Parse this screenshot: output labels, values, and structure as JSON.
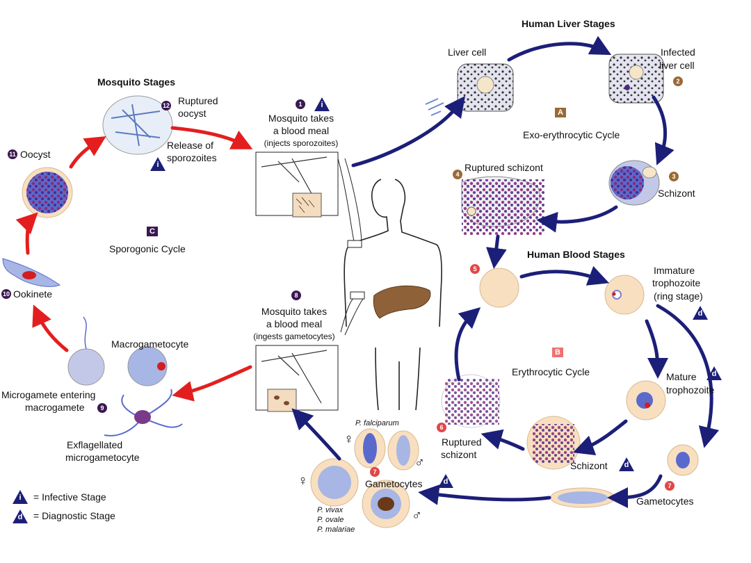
{
  "titles": {
    "liver": "Human Liver Stages",
    "mosquito": "Mosquito Stages",
    "blood": "Human Blood Stages"
  },
  "cycles": {
    "exo": {
      "letter": "A",
      "label": "Exo-erythrocytic Cycle"
    },
    "ery": {
      "letter": "B",
      "label": "Erythrocytic Cycle"
    },
    "spo": {
      "letter": "C",
      "label": "Sporogonic Cycle"
    }
  },
  "stages": {
    "s1": {
      "num": "1",
      "line1": "Mosquito takes",
      "line2": "a blood meal",
      "line3": "(injects sporozoites)"
    },
    "s2": {
      "num": "2",
      "line1": "Infected",
      "line2": "liver cell"
    },
    "liver_cell": "Liver cell",
    "s3": {
      "num": "3",
      "label": "Schizont"
    },
    "s4": {
      "num": "4",
      "label": "Ruptured schizont"
    },
    "s5": {
      "num": "5"
    },
    "immature": {
      "line1": "Immature",
      "line2": "trophozoite",
      "line3": "(ring stage)"
    },
    "mature": {
      "line1": "Mature",
      "line2": "trophozoite"
    },
    "schizont": "Schizont",
    "s6": {
      "num": "6",
      "line1": "Ruptured",
      "line2": "schizont"
    },
    "s7a": {
      "num": "7",
      "label": "Gametocytes"
    },
    "s7b": {
      "num": "7",
      "label": "Gametocytes"
    },
    "pf": "P. falciparum",
    "pv": [
      "P. vivax",
      "P. ovale",
      "P. malariae"
    ],
    "female": "♀",
    "male": "♂",
    "s8": {
      "num": "8",
      "line1": "Mosquito takes",
      "line2": "a blood meal",
      "line3": "(ingests gametocytes)"
    },
    "macro": "Macrogametocyte",
    "s9": {
      "num": "9",
      "line1": "Microgamete entering",
      "line2": "macrogamete"
    },
    "exfl": {
      "line1": "Exflagellated",
      "line2": "microgametocyte"
    },
    "s10": {
      "num": "10",
      "label": "Ookinete"
    },
    "s11": {
      "num": "11",
      "label": "Oocyst"
    },
    "s12": {
      "num": "12",
      "line1": "Ruptured",
      "line2": "oocyst"
    },
    "release": {
      "line1": "Release of",
      "line2": "sporozoites"
    }
  },
  "legend": {
    "i_letter": "i",
    "i_label": "= Infective Stage",
    "d_letter": "d",
    "d_label": "= Diagnostic Stage"
  },
  "colors": {
    "human_arrow": "#1c1f78",
    "mosquito_arrow": "#e41e1e",
    "cell": "#f8dfc0",
    "parasite": "#a7b6e4"
  }
}
